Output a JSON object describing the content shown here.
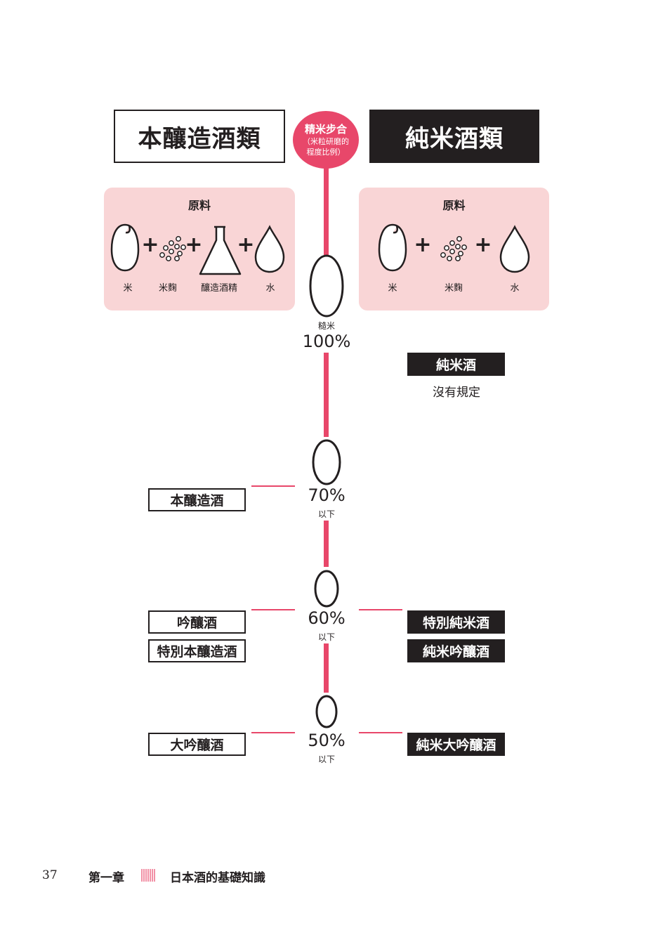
{
  "titles": {
    "left": "本釀造酒類",
    "right": "純米酒類",
    "center_line1": "精米步合",
    "center_line2": "（米粒研磨的",
    "center_line3": "程度比例）"
  },
  "ingredients": {
    "left": {
      "title": "原料",
      "items": [
        "米",
        "米麴",
        "釀造酒精",
        "水"
      ]
    },
    "right": {
      "title": "原料",
      "items": [
        "米",
        "米麴",
        "水"
      ]
    },
    "plus": "+"
  },
  "axis": {
    "brown_rice_label": "糙米",
    "levels": [
      {
        "percent": "100%",
        "note": ""
      },
      {
        "percent": "70%",
        "note": "以下"
      },
      {
        "percent": "60%",
        "note": "以下"
      },
      {
        "percent": "50%",
        "note": "以下"
      }
    ]
  },
  "honjozo": {
    "l70": [
      "本釀造酒"
    ],
    "l60": [
      "吟釀酒",
      "特別本釀造酒"
    ],
    "l50": [
      "大吟釀酒"
    ]
  },
  "junmai": {
    "l100": [
      "純米酒"
    ],
    "l100_note": "沒有規定",
    "l60": [
      "特別純米酒",
      "純米吟釀酒"
    ],
    "l50": [
      "純米大吟釀酒"
    ]
  },
  "footer": {
    "page_number": "37",
    "chapter": "第一章",
    "chapter_title": "日本酒的基礎知識"
  },
  "colors": {
    "accent": "#e8476a",
    "panel": "#f9d5d6",
    "ink": "#231f20"
  }
}
